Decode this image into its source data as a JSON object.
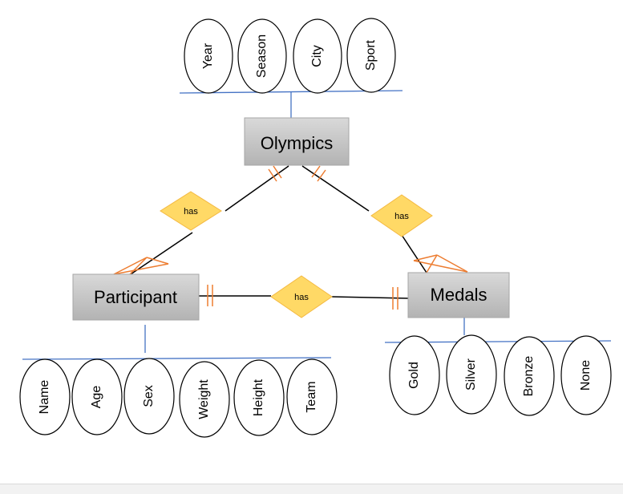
{
  "entities": {
    "olympics": "Olympics",
    "participant": "Participant",
    "medals": "Medals"
  },
  "relationships": {
    "olympics_participant": "has",
    "olympics_medals": "has",
    "participant_medals": "has"
  },
  "attributes": {
    "olympics": [
      "Year",
      "Season",
      "City",
      "Sport"
    ],
    "participant": [
      "Name",
      "Age",
      "Sex",
      "Weight",
      "Height",
      "Team"
    ],
    "medals": [
      "Gold",
      "Silver",
      "Bronze",
      "None"
    ]
  },
  "colors": {
    "entity_fill": "#bfbfbf",
    "relationship_fill": "#ffd966",
    "relationship_stroke": "#f4b942",
    "notation": "#ed7d31",
    "attribute_line": "#4472c4"
  }
}
